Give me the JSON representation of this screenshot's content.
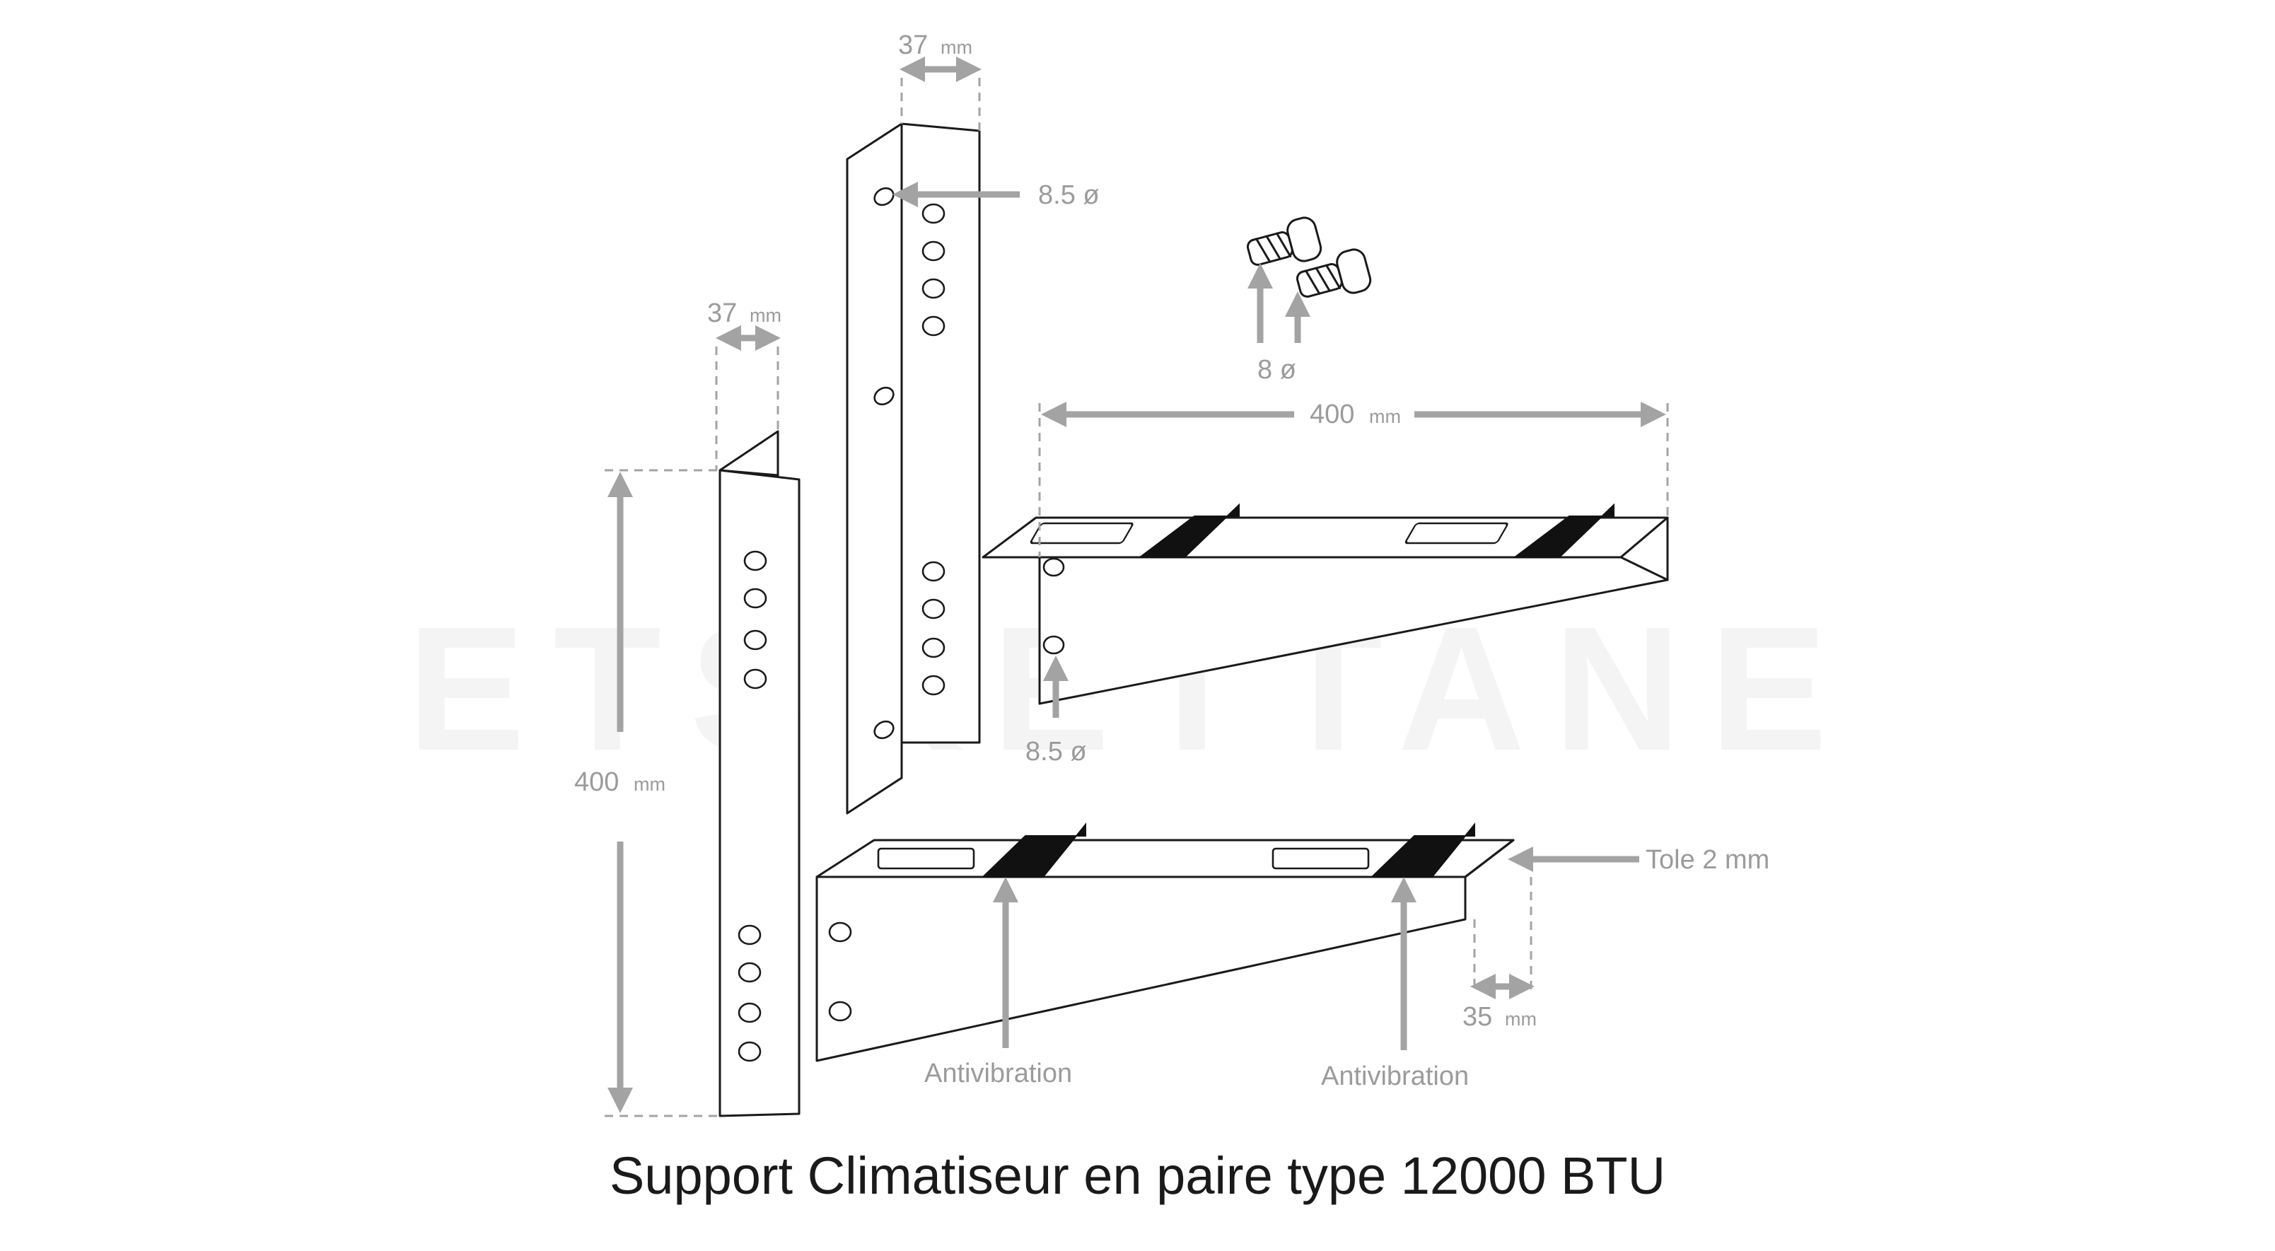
{
  "watermark": "ETSKETTANE",
  "caption": "Support Climatiseur en paire type 12000 BTU",
  "dimensions": {
    "upright_front_width": {
      "value": "37",
      "unit": "mm"
    },
    "upright_back_width": {
      "value": "37",
      "unit": "mm"
    },
    "upright_height": {
      "value": "400",
      "unit": "mm"
    },
    "arm_length": {
      "value": "400",
      "unit": "mm"
    },
    "arm_edge_width": {
      "value": "35",
      "unit": "mm"
    }
  },
  "labels": {
    "hole_top": "8.5 ø",
    "hole_arm": "8.5 ø",
    "bolt": "8 ø",
    "sheet": "Tole 2 mm",
    "antivib_left": "Antivibration",
    "antivib_right": "Antivibration"
  },
  "colors": {
    "annotation": "#a3a3a3",
    "outline": "#1a1a1a",
    "pad": "#111111"
  }
}
